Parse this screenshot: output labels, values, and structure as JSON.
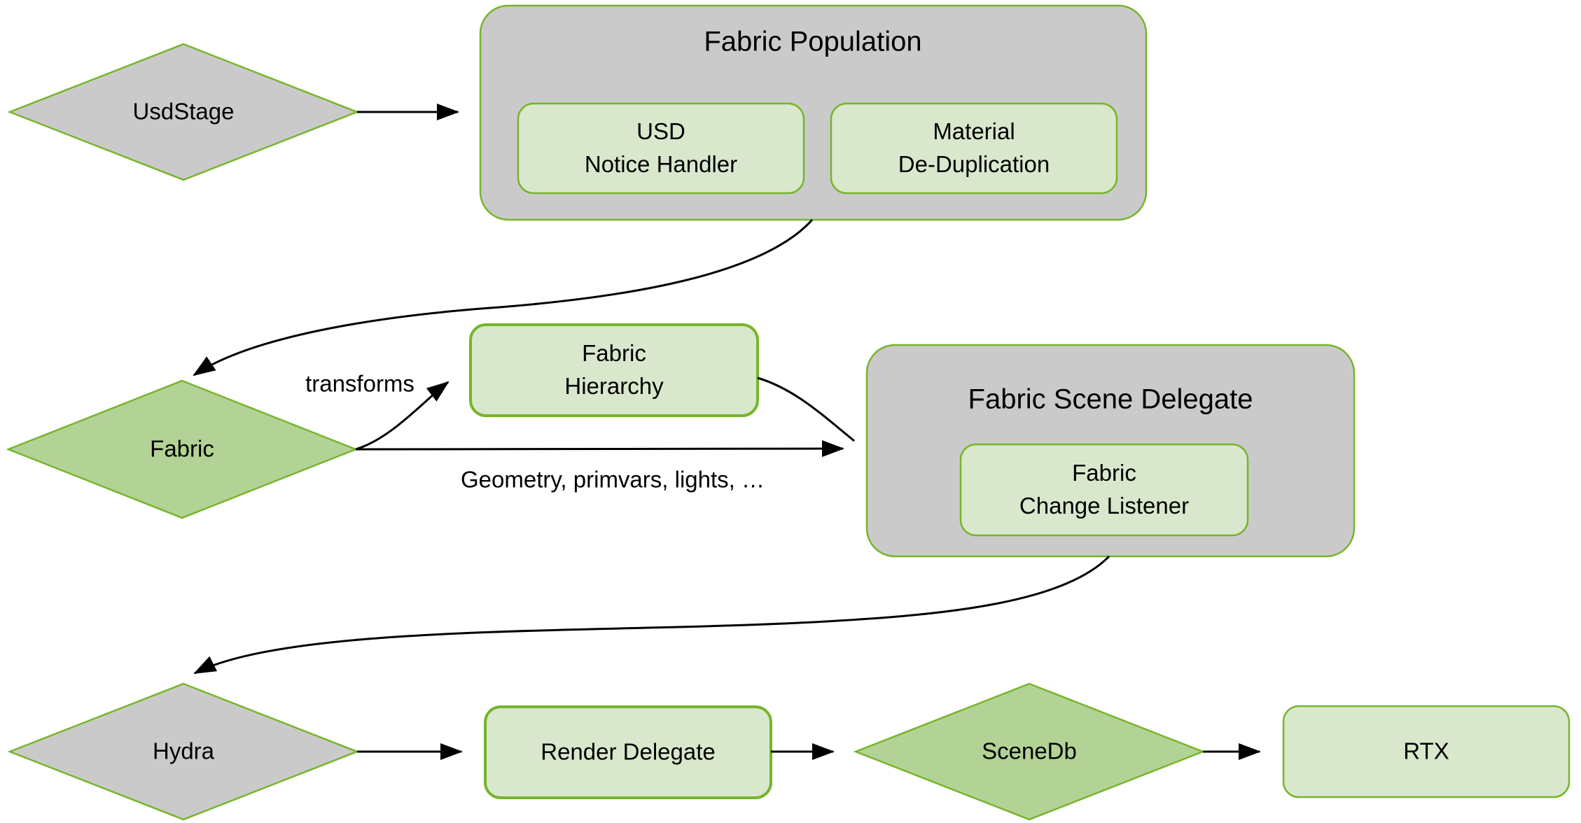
{
  "colors": {
    "canvas-bg": "#ffffff",
    "border-green": "#76b52b",
    "container-gray": "#cacaca",
    "node-light-green": "#d9e7cc",
    "node-medium-green": "#b3d295",
    "edge-black": "#000000",
    "text-black": "#000000"
  },
  "nodes": {
    "usd_stage": {
      "label": "UsdStage"
    },
    "fabric_population": {
      "title": "Fabric Population"
    },
    "usd_notice_handler": {
      "line1": "USD",
      "line2": "Notice Handler"
    },
    "material_de_duplication": {
      "line1": "Material",
      "line2": "De-Duplication"
    },
    "fabric": {
      "label": "Fabric"
    },
    "fabric_hierarchy": {
      "line1": "Fabric",
      "line2": "Hierarchy"
    },
    "fabric_scene_delegate": {
      "title": "Fabric Scene Delegate"
    },
    "fabric_change_listener": {
      "line1": "Fabric",
      "line2": "Change Listener"
    },
    "hydra": {
      "label": "Hydra"
    },
    "render_delegate": {
      "label": "Render Delegate"
    },
    "scene_db": {
      "label": "SceneDb"
    },
    "rtx": {
      "label": "RTX"
    }
  },
  "edge_labels": {
    "transforms": "transforms",
    "geometry": "Geometry, primvars, lights, …"
  }
}
